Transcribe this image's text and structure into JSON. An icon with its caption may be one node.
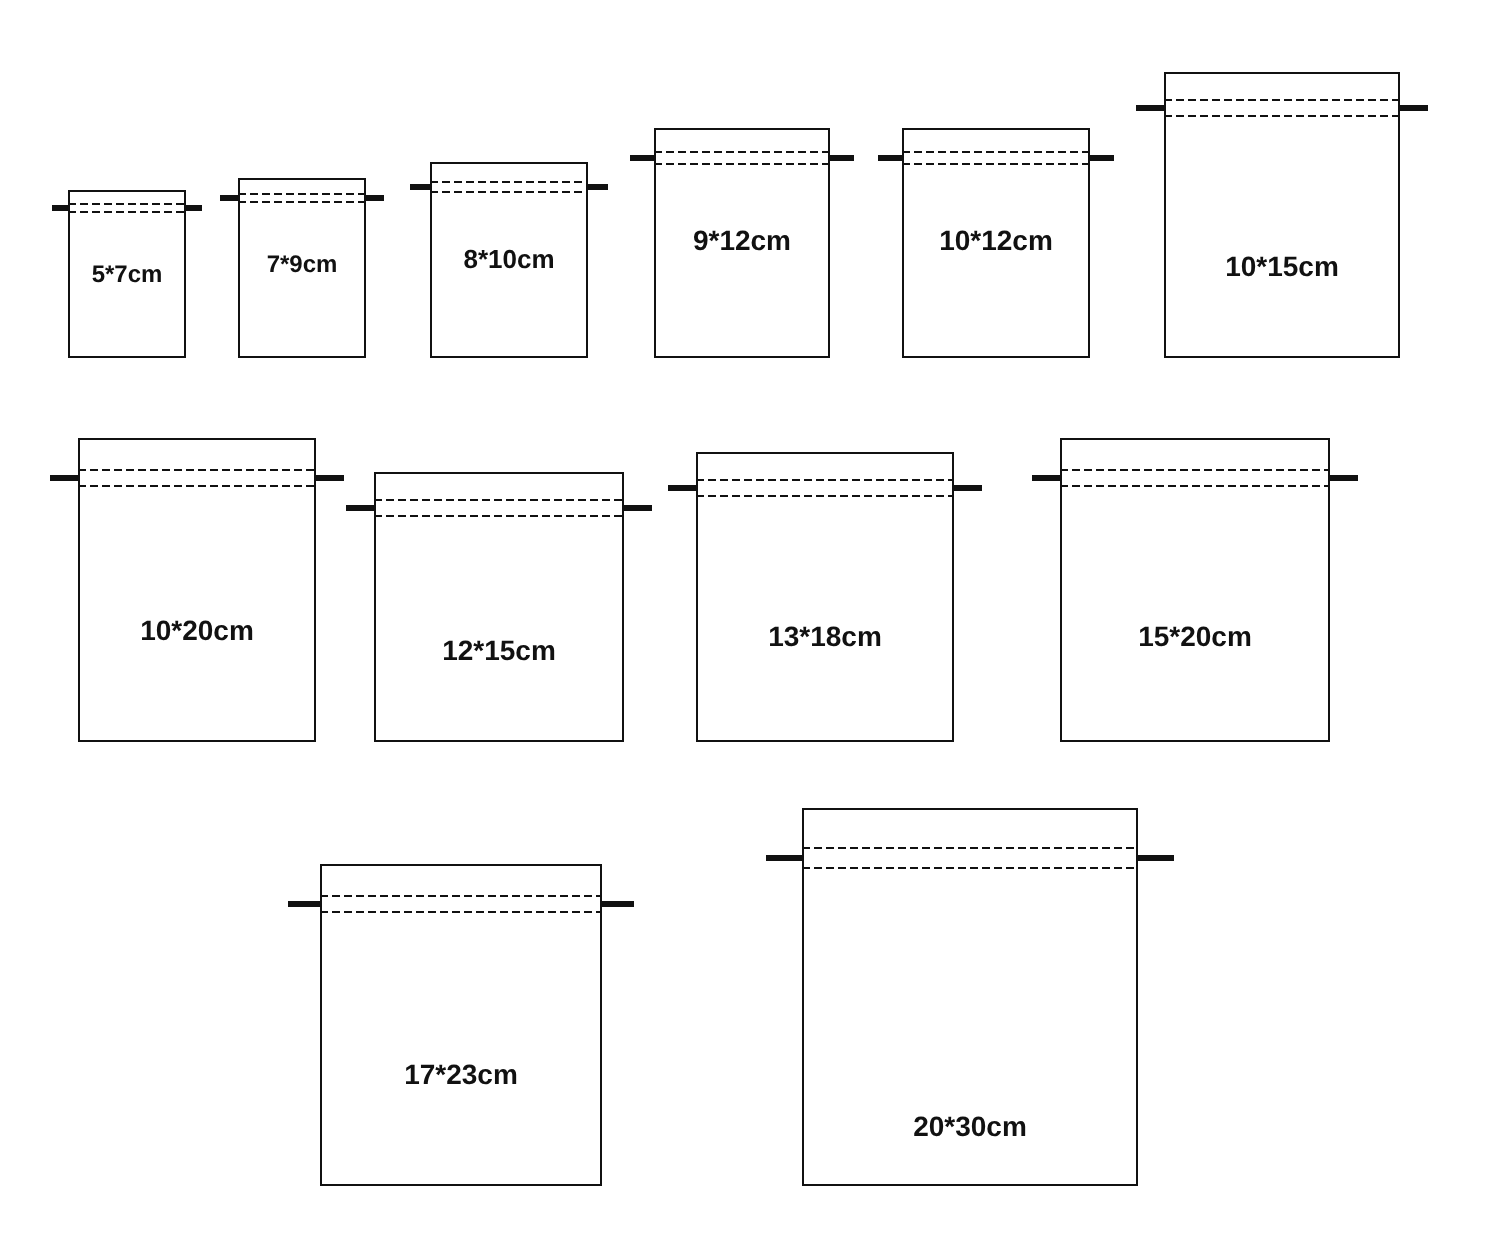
{
  "diagram": {
    "nodes": [
      {
        "text": [
          "5*7cm"
        ]
      },
      {
        "text": [
          "7*9cm"
        ]
      },
      {
        "text": [
          "8*10cm"
        ]
      },
      {
        "text": [
          "9*12cm"
        ]
      },
      {
        "text": [
          "10*12cm"
        ]
      },
      {
        "text": [
          "10*15cm"
        ]
      },
      {
        "text": [
          "10*20cm"
        ]
      },
      {
        "text": [
          "12*15cm"
        ]
      },
      {
        "text": [
          "13*18cm"
        ]
      },
      {
        "text": [
          "15*20cm"
        ]
      },
      {
        "text": [
          "17*23cm"
        ]
      },
      {
        "text": [
          "20*30cm"
        ]
      }
    ]
  }
}
